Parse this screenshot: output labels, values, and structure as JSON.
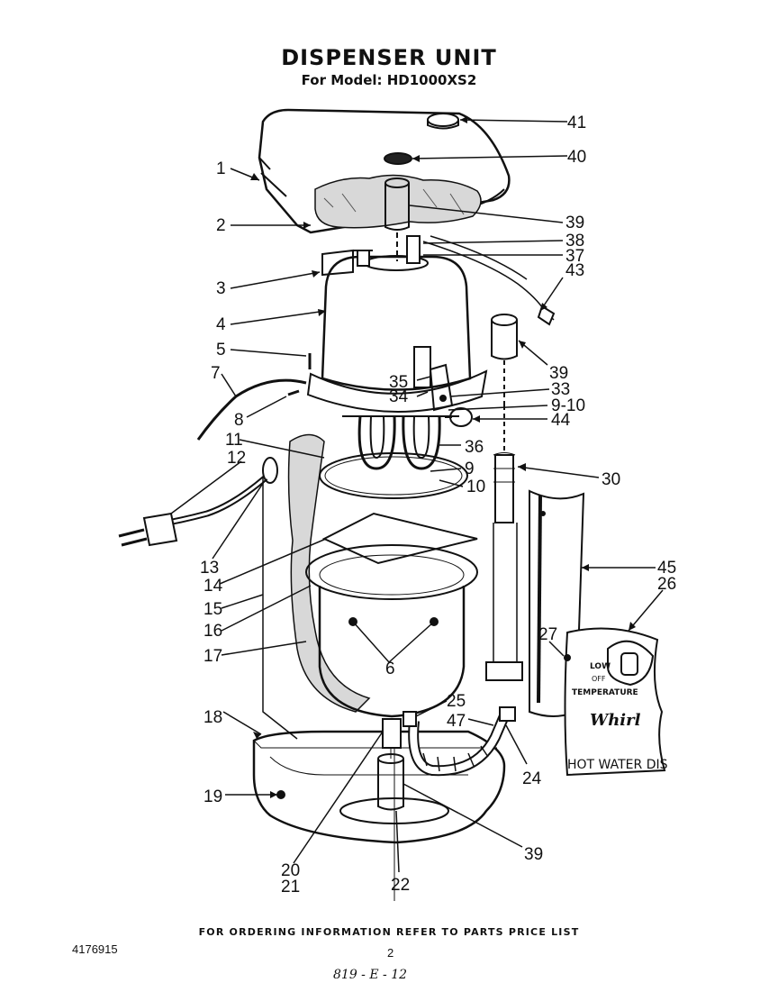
{
  "title": "DISPENSER UNIT",
  "subtitle": "For Model: HD1000XS2",
  "footer_note": "FOR ORDERING INFORMATION REFER TO PARTS PRICE LIST",
  "document_number": "4176915",
  "page_number": "2",
  "handwritten_note": "819 - E - 12",
  "label_text": {
    "low": "LOW",
    "off": "OFF",
    "temperature": "TEMPERATURE",
    "brand_fragment": "Whirl",
    "product_fragment": "HOT WATER DIS"
  },
  "callouts": [
    "1",
    "2",
    "3",
    "4",
    "5",
    "7",
    "8",
    "11",
    "12",
    "13",
    "14",
    "15",
    "16",
    "17",
    "18",
    "19",
    "20",
    "21",
    "22",
    "39",
    "6",
    "24",
    "25",
    "47",
    "30",
    "45",
    "26",
    "27",
    "41",
    "40",
    "39",
    "38",
    "37",
    "43",
    "39",
    "35",
    "34",
    "33",
    "9-10",
    "44",
    "36",
    "9",
    "10"
  ]
}
